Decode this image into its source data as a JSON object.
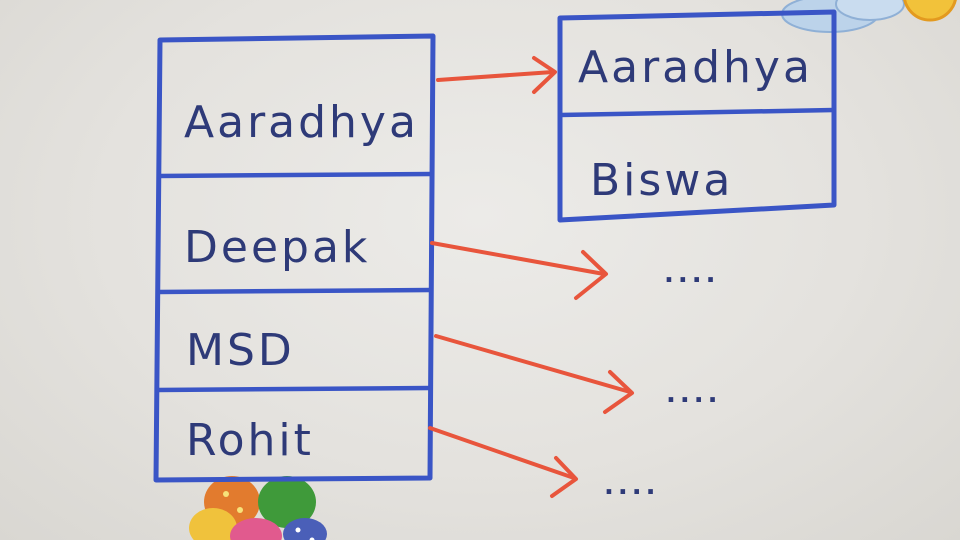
{
  "main_table": {
    "rows": [
      {
        "label": "Aaradhya"
      },
      {
        "label": "Deepak"
      },
      {
        "label": "MSD"
      },
      {
        "label": "Rohit"
      }
    ]
  },
  "chain_table": {
    "rows": [
      {
        "label": "Aaradhya"
      },
      {
        "label": "Biswa"
      }
    ]
  },
  "continuations": {
    "row_2": "....",
    "row_3": "....",
    "row_4": "...."
  },
  "colors": {
    "ink_blue": "#3a55c6",
    "text_navy": "#2e3a78",
    "arrow_red": "#e8553c",
    "board": "#e6e4e0"
  }
}
